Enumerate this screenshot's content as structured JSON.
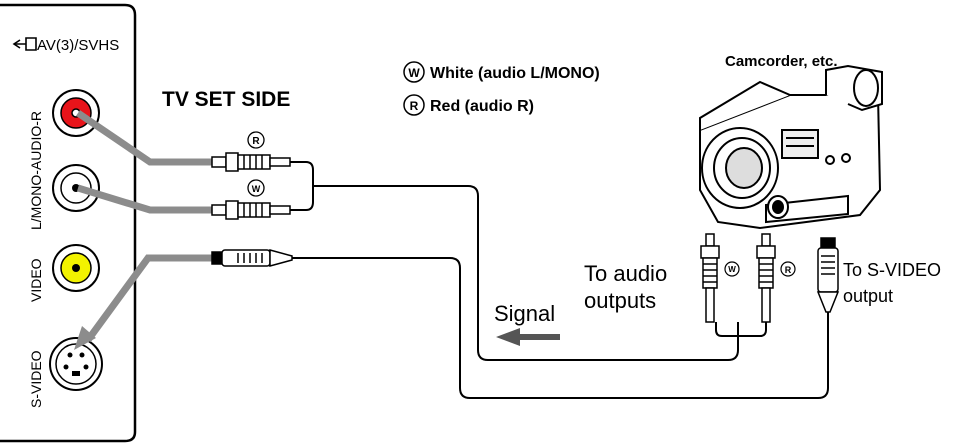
{
  "panel": {
    "input_label": "AV(3)/SVHS",
    "jacks": {
      "audio_r": "L/MONO-AUDIO-R",
      "video": "VIDEO",
      "svideo": "S-VIDEO"
    }
  },
  "tv_side_label": "TV SET SIDE",
  "legend": {
    "white_marker": "W",
    "white_label": "White (audio L/MONO)",
    "red_marker": "R",
    "red_label": "Red (audio R)"
  },
  "camcorder_label": "Camcorder, etc.",
  "audio_outputs_line1": "To audio",
  "audio_outputs_line2": "outputs",
  "svideo_output_line1": "To S-VIDEO",
  "svideo_output_line2": "output",
  "signal_label": "Signal",
  "plug_markers": {
    "red": "R",
    "white": "W"
  },
  "colors": {
    "red_jack": "#e8141a",
    "yellow_jack": "#f2f200",
    "gray_line": "#8c8c8c",
    "stroke": "#000000"
  },
  "icons": [
    "input-arrow-icon",
    "camcorder-icon",
    "rca-plug-icon",
    "svideo-plug-icon",
    "signal-arrow-icon"
  ]
}
